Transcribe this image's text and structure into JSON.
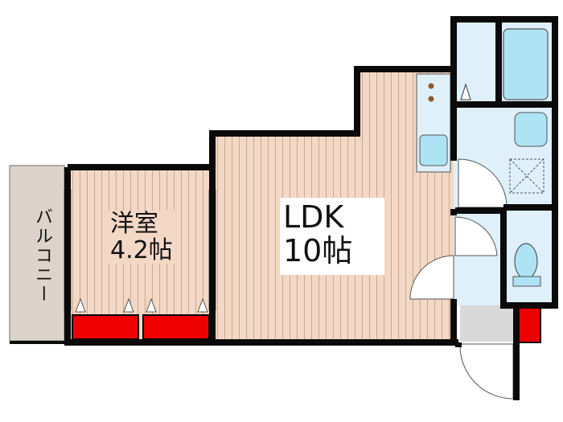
{
  "rooms": {
    "western_room": {
      "name": "洋室",
      "size": "4.2帖"
    },
    "ldk": {
      "name": "LDK",
      "size": "10帖"
    },
    "balcony": {
      "name": "バルコニー"
    }
  },
  "colors": {
    "wall": "#0a0a0a",
    "flooring": "#f3d8c6",
    "flooring_stripe": "#c9a98f",
    "wet_area": "#dff0fb",
    "fixture": "#aee3f4",
    "balcony": "#ddd3ca",
    "storage": "#ee0000",
    "entrance": "#d9d9d9",
    "door": "#ffffff"
  }
}
